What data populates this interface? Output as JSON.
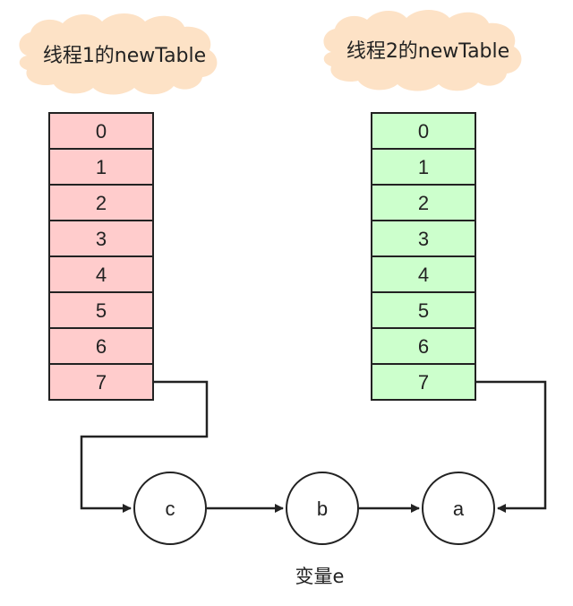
{
  "colors": {
    "cloud_fill": "#fde2c6",
    "table1_cell_fill": "#ffcccc",
    "table2_cell_fill": "#ccffcc",
    "stroke": "#222222",
    "node_fill": "#ffffff"
  },
  "table1": {
    "title": "线程1的newTable",
    "cells": [
      "0",
      "1",
      "2",
      "3",
      "4",
      "5",
      "6",
      "7"
    ]
  },
  "table2": {
    "title": "线程2的newTable",
    "cells": [
      "0",
      "1",
      "2",
      "3",
      "4",
      "5",
      "6",
      "7"
    ]
  },
  "nodes": [
    "c",
    "b",
    "a"
  ],
  "caption": "变量e"
}
